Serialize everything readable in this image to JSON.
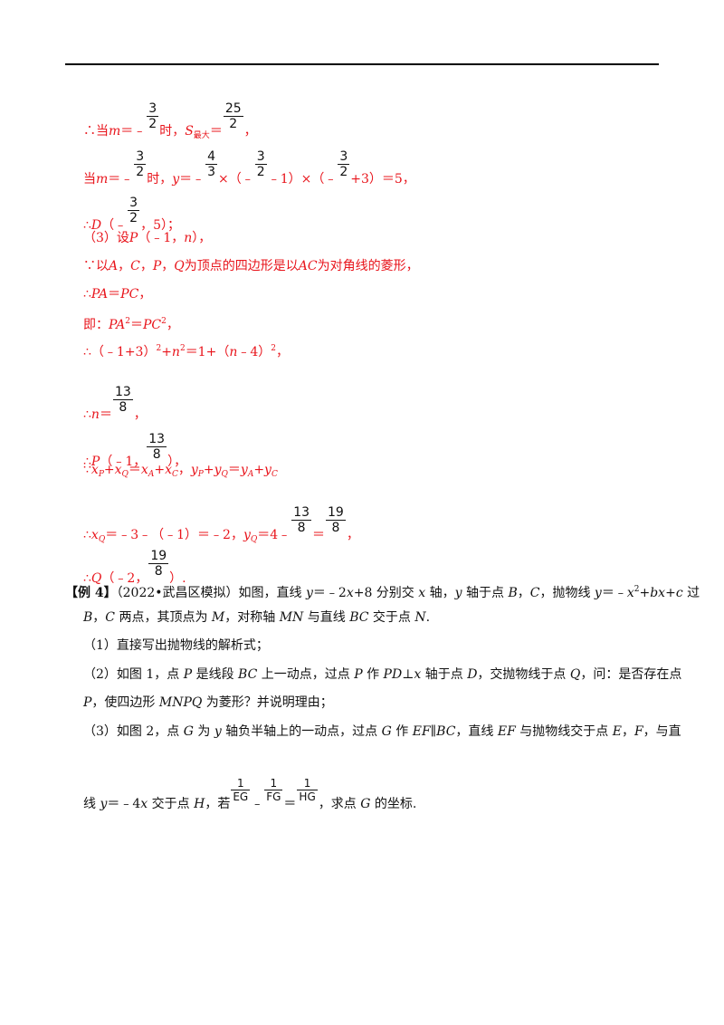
{
  "colors": {
    "answer_text": "#e8141b",
    "question_text": "#111111",
    "rule": "#000000"
  },
  "solution": {
    "l1": {
      "p1": "∴当",
      "m": "m",
      "p2": "＝﹣",
      "fn": "3",
      "fd": "2",
      "p3": "时，",
      "s": "S",
      "sub": "最大",
      "p4": "＝",
      "gn": "25",
      "gd": "2",
      "p5": "，"
    },
    "l2": {
      "p1": "当",
      "m": "m",
      "p2": "＝﹣",
      "fn": "3",
      "fd": "2",
      "p3": "时，",
      "y": "y",
      "p4": "＝﹣",
      "an": "4",
      "ad": "3",
      "p5": "×（﹣",
      "bn": "3",
      "bd": "2",
      "p6": "﹣1）×（﹣",
      "cn": "3",
      "cd": "2",
      "p7": "+3）＝5，"
    },
    "l3": {
      "p1": "∴",
      "d": "D",
      "p2": "（﹣",
      "fn": "3",
      "fd": "2",
      "p3": "，5）；"
    },
    "l4": {
      "p1": "（3）设",
      "p": "P",
      "p2": "（﹣1，",
      "n": "n",
      "p3": "），"
    },
    "l5": {
      "p1": "∵以",
      "a": "A",
      "c1": "，",
      "c": "C",
      "c2": "，",
      "p": "P",
      "c3": "，",
      "q": "Q",
      "p2": "为顶点的四边形是以",
      "ac": "AC",
      "p3": "为对角线的菱形，"
    },
    "l6": {
      "p1": "∴",
      "pa": "PA",
      "p2": "＝",
      "pc": "PC",
      "p3": "，"
    },
    "l7": {
      "p1": "即：",
      "pa": "PA",
      "s1": "2",
      "p2": "＝",
      "pc": "PC",
      "s2": "2",
      "p3": "，"
    },
    "l8": {
      "p1": "∴（﹣1+3）",
      "s1": "2",
      "p2": "+",
      "n": "n",
      "s2": "2",
      "p3": "＝1+（",
      "n2": "n",
      "p4": "﹣4）",
      "s3": "2",
      "p5": "，"
    },
    "l9": {
      "p1": "∴",
      "n": "n",
      "p2": "＝",
      "fn": "13",
      "fd": "8",
      "p3": "，"
    },
    "l10": {
      "p1": "∴",
      "p": "P",
      "p2": "（﹣1，",
      "fn": "13",
      "fd": "8",
      "p3": "），"
    },
    "l11": {
      "p1": "∵",
      "x": "x",
      "s1": "P",
      "plus1": "+",
      "x2": "x",
      "s2": "Q",
      "eq1": "＝",
      "x3": "x",
      "s3": "A",
      "plus2": "+",
      "x4": "x",
      "s4": "C",
      "sep": "，",
      "y1": "y",
      "s5": "P",
      "plus3": "+",
      "y2": "y",
      "s6": "Q",
      "eq2": "＝",
      "y3": "y",
      "s7": "A",
      "plus4": "+",
      "y4": "y",
      "s8": "C"
    },
    "l12": {
      "p1": "∴",
      "x": "x",
      "s1": "Q",
      "p2": "＝﹣3﹣（﹣1）＝﹣2，",
      "y": "y",
      "s2": "Q",
      "p3": "＝4﹣",
      "an": "13",
      "ad": "8",
      "p4": "＝",
      "bn": "19",
      "bd": "8",
      "p5": "，"
    },
    "l13": {
      "p1": "∴",
      "q": "Q",
      "p2": "（﹣2，",
      "fn": "19",
      "fd": "8",
      "p3": "）."
    }
  },
  "example": {
    "l1": {
      "tag": "【例 4】",
      "p1": "（2022•武昌区模拟）如图，直线 ",
      "y": "y",
      "p2": "＝﹣2",
      "x": "x",
      "p3": "+8 分别交 ",
      "x2": "x",
      "p4": " 轴，",
      "y2": "y",
      "p5": " 轴于点 ",
      "b": "B",
      "p6": "，",
      "c": "C",
      "p7": "，抛物线 ",
      "y3": "y",
      "p8": "＝﹣",
      "x3": "x",
      "s1": "2",
      "p9": "+",
      "bx": "bx",
      "p10": "+",
      "c2": "c",
      "p11": " 过"
    },
    "l2": {
      "b": "B",
      "p1": "，",
      "c": "C",
      "p2": " 两点，其顶点为 ",
      "m": "M",
      "p3": "，对称轴 ",
      "mn": "MN",
      "p4": " 与直线 ",
      "bc": "BC",
      "p5": " 交于点 ",
      "n": "N",
      "p6": "."
    },
    "l3": {
      "text": "（1）直接写出抛物线的解析式；"
    },
    "l4": {
      "p1": "（2）如图 1，点 ",
      "p": "P",
      "p2": " 是线段 ",
      "bc": "BC",
      "p3": " 上一动点，过点 ",
      "p4v": "P",
      "p4": " 作 ",
      "pd": "PD",
      "p5": "⊥",
      "x": "x",
      "p6": " 轴于点 ",
      "d": "D",
      "p7": "，交抛物线于点 ",
      "q": "Q",
      "p8": "，问：是否存在点"
    },
    "l5": {
      "p": "P",
      "p1": "，使四边形 ",
      "mnpq": "MNPQ",
      "p2": " 为菱形？并说明理由；"
    },
    "l6": {
      "p1": "（3）如图 2，点 ",
      "g": "G",
      "p2": " 为 ",
      "y": "y",
      "p3": " 轴负半轴上的一动点，过点 ",
      "g2": "G",
      "p4": " 作 ",
      "ef": "EF",
      "p5": "∥",
      "bc": "BC",
      "p6": "，直线 ",
      "ef2": "EF",
      "p7": " 与抛物线交于点 ",
      "e": "E",
      "p8": "，",
      "f": "F",
      "p9": "，与直"
    },
    "l7": {
      "p1": "线 ",
      "y": "y",
      "p2": "＝﹣4",
      "x": "x",
      "p3": " 交于点 ",
      "h": "H",
      "p4": "，若",
      "an": "1",
      "ad": "EG",
      "op1": "﹣",
      "bn": "1",
      "bd": "FG",
      "op2": "＝",
      "cn": "1",
      "cd": "HG",
      "p5": "，求点 ",
      "g": "G",
      "p6": " 的坐标."
    }
  }
}
